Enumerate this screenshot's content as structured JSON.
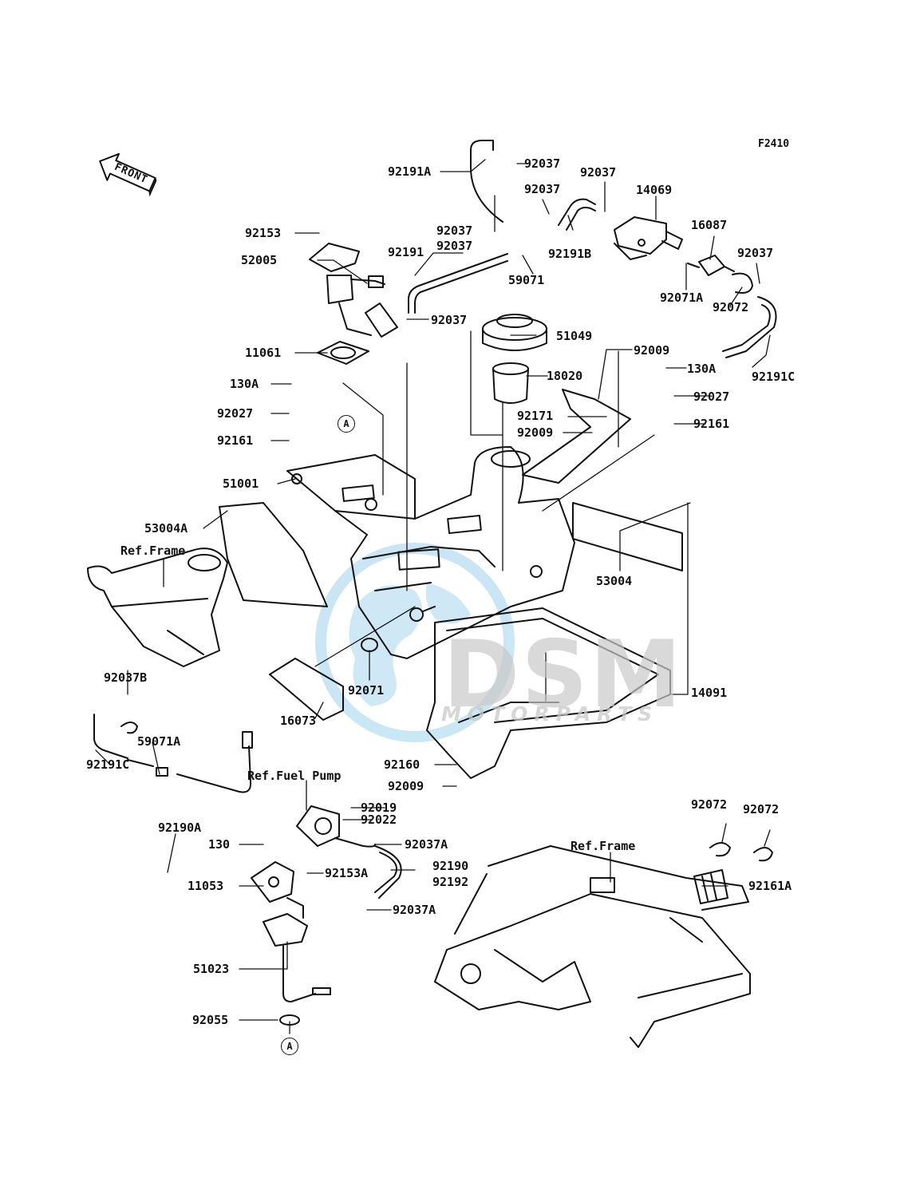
{
  "figure_number": "F2410",
  "front_indicator": "FRONT",
  "watermark": {
    "brand": "DSM",
    "sub": "MOTORPARTS"
  },
  "circle_refs": [
    "A",
    "A"
  ],
  "labels": {
    "p92191A": "92191A",
    "p92037_a": "92037",
    "p92037_b": "92037",
    "p92037_c": "92037",
    "p14069": "14069",
    "p92153": "92153",
    "p92037_d": "92037",
    "p92037_e": "92037",
    "p92191B": "92191B",
    "p16087": "16087",
    "p92037_f": "92037",
    "p52005": "52005",
    "p92191": "92191",
    "p59071": "59071",
    "p92071A": "92071A",
    "p92037_g": "92037",
    "p92072_top": "92072",
    "p51049": "51049",
    "p11061": "11061",
    "p92009_a": "92009",
    "p130A_right": "130A",
    "p92191C_right": "92191C",
    "p18020": "18020",
    "p130A_left": "130A",
    "p92027_right": "92027",
    "p92027_left": "92027",
    "p92171": "92171",
    "p92161_right": "92161",
    "p92161_left": "92161",
    "p92009_b": "92009",
    "p51001": "51001",
    "p53004A": "53004A",
    "ref_frame_top": "Ref.Frame",
    "p53004": "53004",
    "p92037B": "92037B",
    "p92071": "92071",
    "p14091": "14091",
    "p16073": "16073",
    "p59071A": "59071A",
    "p92160": "92160",
    "p92191C_left": "92191C",
    "ref_fuel_pump": "Ref.Fuel Pump",
    "p92009_c": "92009",
    "p92019": "92019",
    "p92022": "92022",
    "p92190A": "92190A",
    "p92072_a": "92072",
    "p92072_b": "92072",
    "p130": "130",
    "p92037A_a": "92037A",
    "ref_frame_bottom": "Ref.Frame",
    "p92190": "92190",
    "p92192": "92192",
    "p11053": "11053",
    "p92153A": "92153A",
    "p92161A": "92161A",
    "p92037A_b": "92037A",
    "p51023": "51023",
    "p92055": "92055"
  }
}
